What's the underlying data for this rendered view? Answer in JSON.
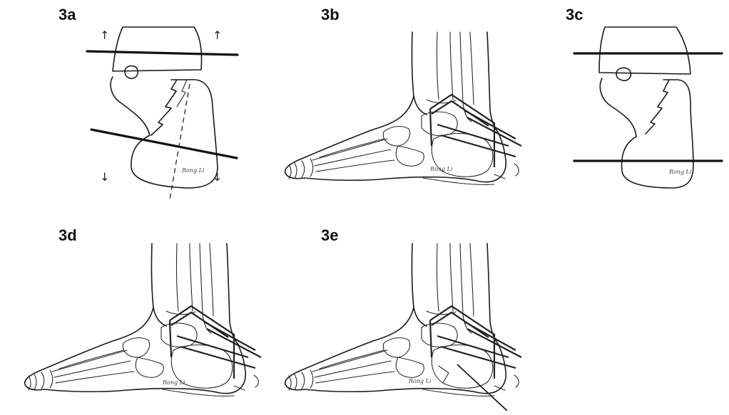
{
  "panels": [
    {
      "id": "3a",
      "label": "3a",
      "signature": "Rong Li"
    },
    {
      "id": "3b",
      "label": "3b",
      "signature": "Rong Li"
    },
    {
      "id": "3c",
      "label": "3c",
      "signature": "Rong Li"
    },
    {
      "id": "3d",
      "label": "3d",
      "signature": "Rong Li"
    },
    {
      "id": "3e",
      "label": "3e",
      "signature": "Rong Li"
    }
  ],
  "arrows": {
    "up": "↑",
    "down": "↓"
  }
}
